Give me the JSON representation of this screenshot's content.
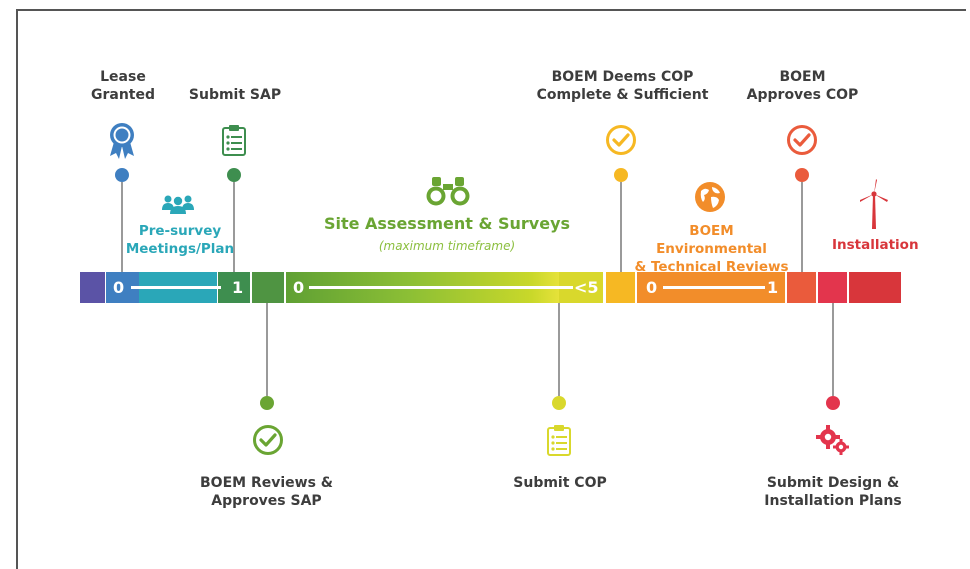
{
  "milestones": {
    "lease_granted": "Lease\nGranted",
    "submit_sap": "Submit SAP",
    "boem_deems_cop": "BOEM Deems COP\nComplete & Sufficient",
    "boem_approves_cop": "BOEM\nApproves COP",
    "pre_survey": "Pre-survey\nMeetings/Plan",
    "site_assessment": "Site Assessment & Surveys",
    "site_assessment_sub": "(maximum timeframe)",
    "boem_env_reviews": "BOEM Environmental\n& Technical Reviews",
    "installation": "Installation",
    "boem_reviews_sap": "BOEM Reviews &\nApproves SAP",
    "submit_cop": "Submit COP",
    "submit_design": "Submit Design &\nInstallation Plans"
  },
  "bar_numbers": {
    "pre_start": "0",
    "pre_end": "1",
    "site_start": "0",
    "site_end": "<5",
    "env_start": "0",
    "env_end": "1"
  },
  "colors": {
    "blue": "#3f7fc1",
    "teal": "#2aa7b8",
    "green_dark": "#3e8e4f",
    "green": "#6aa533",
    "lime": "#c9d82a",
    "yellow": "#f6b823",
    "orange": "#f28d2a",
    "red_orange": "#ea5b3c",
    "pink_red": "#e3354d",
    "red": "#d8363b"
  },
  "icons": [
    "award-ribbon-icon",
    "clipboard-icon",
    "people-group-icon",
    "binoculars-icon",
    "check-circle-icon",
    "globe-icon",
    "wind-turbine-icon",
    "gears-icon"
  ]
}
